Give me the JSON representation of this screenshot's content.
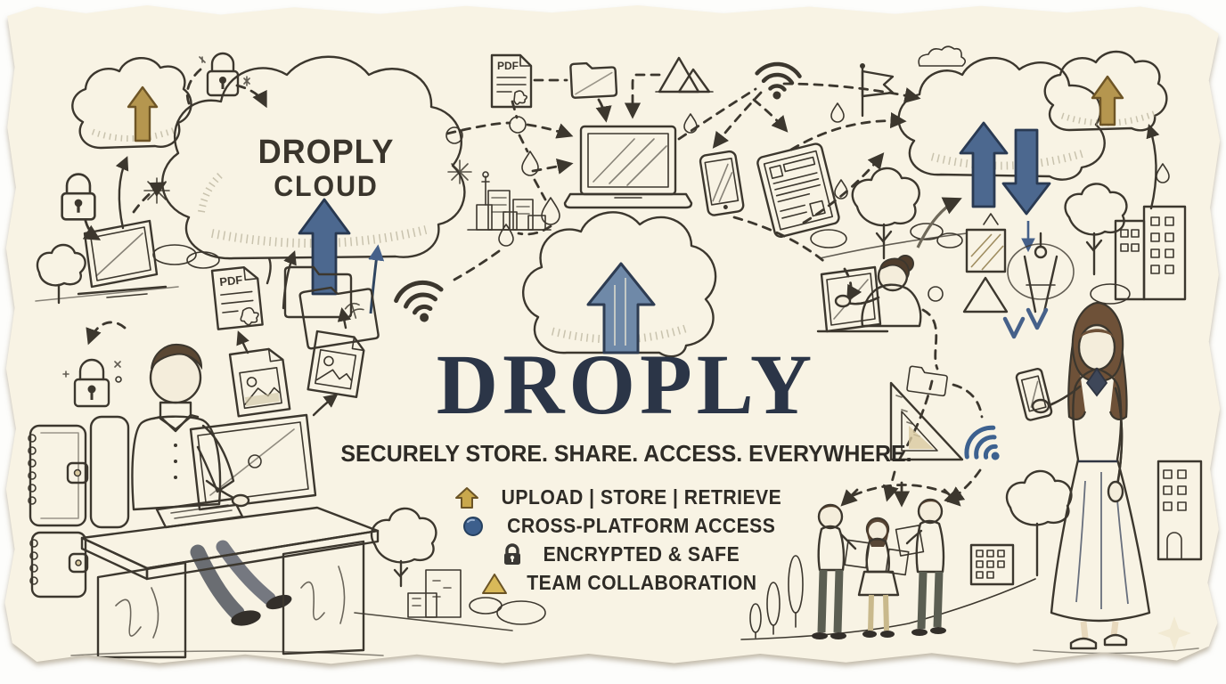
{
  "branding": {
    "title": "DROPLY",
    "tagline": "SECURELY STORE. SHARE. ACCESS. EVERYWHERE.",
    "cloud_label": {
      "line1": "DROPLY",
      "line2": "CLOUD"
    }
  },
  "features": {
    "items": [
      {
        "icon": "upload-arrow-icon",
        "label": "UPLOAD | STORE | RETRIEVE"
      },
      {
        "icon": "blue-dot-icon",
        "label": "CROSS-PLATFORM ACCESS"
      },
      {
        "icon": "padlock-icon",
        "label": "ENCRYPTED & SAFE"
      },
      {
        "icon": "gold-triangle-icon",
        "label": "TEAM COLLABORATION"
      }
    ]
  },
  "labels": {
    "pdf": "PDF"
  },
  "colors": {
    "paper": "#f8f3e4",
    "ink": "#3c372e",
    "title_navy": "#2b3547",
    "accent_blue": "#4c688f",
    "accent_gold": "#b5964f",
    "khaki_folder": "#c7b271",
    "olive_tree": "#a8a873",
    "shirt_olive": "#77784a",
    "dress_slate": "#566175",
    "wood_brown": "#ab8f68"
  }
}
